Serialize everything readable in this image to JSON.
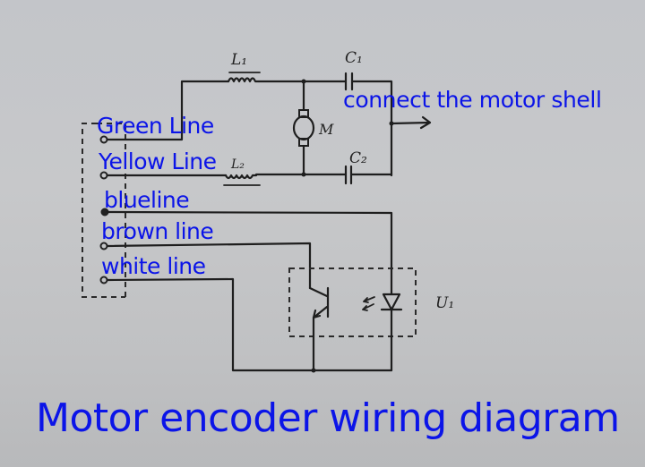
{
  "title": "Motor encoder wiring diagram",
  "shell_note": "connect the motor shell",
  "wire_labels": [
    {
      "name": "green",
      "text": "Green Line"
    },
    {
      "name": "yellow",
      "text": "Yellow Line"
    },
    {
      "name": "blue",
      "text": "blueline"
    },
    {
      "name": "brown",
      "text": "brown line"
    },
    {
      "name": "white",
      "text": "white line"
    }
  ],
  "components": {
    "inductor_1": "L₁",
    "inductor_2": "L₂",
    "capacitor_1": "C₁",
    "capacitor_2": "C₂",
    "motor": "M",
    "optocoupler": "U₁"
  },
  "colors": {
    "label_blue": "#0b14e8",
    "ink": "#1e1e1e",
    "paper": "#c5c6c9"
  }
}
